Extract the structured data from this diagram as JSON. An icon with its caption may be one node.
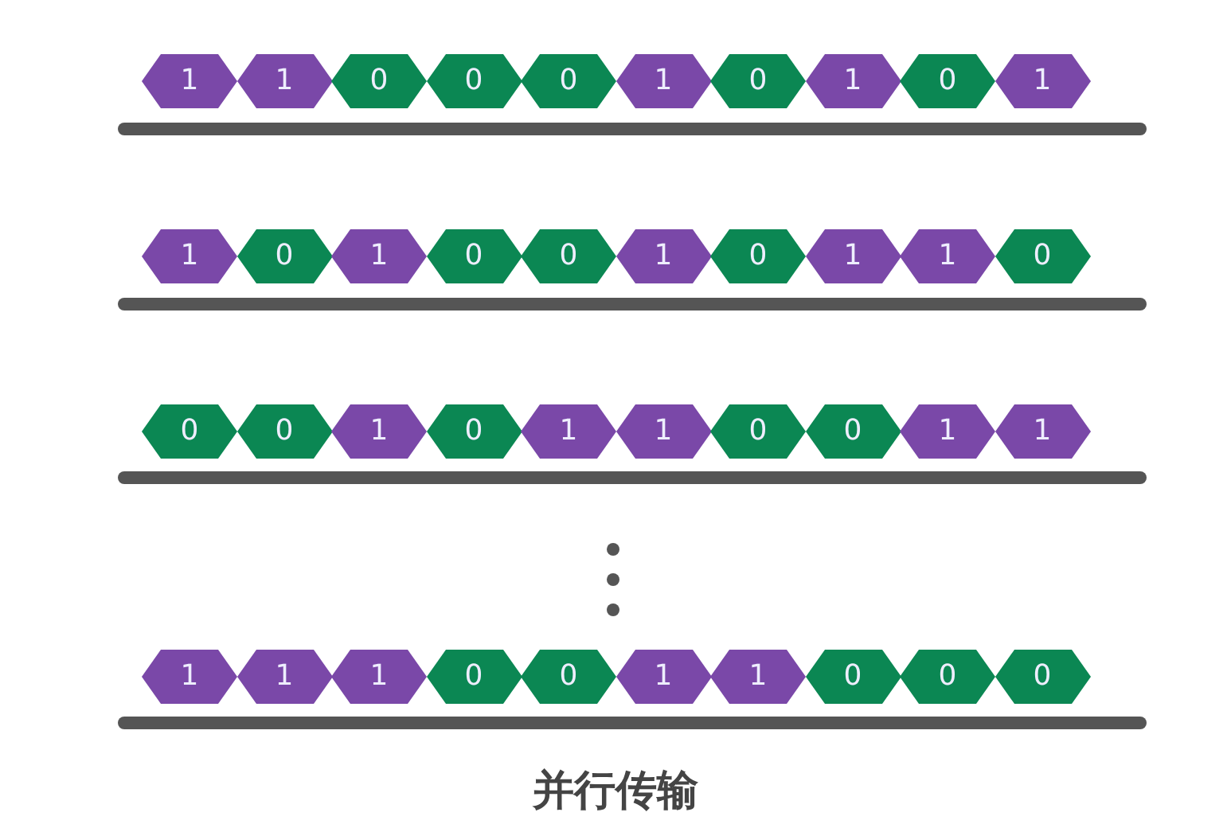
{
  "diagram": {
    "caption": "并行传输",
    "nodes": [
      {
        "text": [
          "1"
        ]
      },
      {
        "text": [
          "1"
        ]
      },
      {
        "text": [
          "0"
        ]
      },
      {
        "text": [
          "0"
        ]
      },
      {
        "text": [
          "0"
        ]
      },
      {
        "text": [
          "1"
        ]
      },
      {
        "text": [
          "0"
        ]
      },
      {
        "text": [
          "1"
        ]
      },
      {
        "text": [
          "0"
        ]
      },
      {
        "text": [
          "1"
        ]
      },
      {
        "text": [
          "1"
        ]
      },
      {
        "text": [
          "0"
        ]
      },
      {
        "text": [
          "1"
        ]
      },
      {
        "text": [
          "0"
        ]
      },
      {
        "text": [
          "0"
        ]
      },
      {
        "text": [
          "1"
        ]
      },
      {
        "text": [
          "0"
        ]
      },
      {
        "text": [
          "1"
        ]
      },
      {
        "text": [
          "1"
        ]
      },
      {
        "text": [
          "0"
        ]
      },
      {
        "text": [
          "0"
        ]
      },
      {
        "text": [
          "0"
        ]
      },
      {
        "text": [
          "1"
        ]
      },
      {
        "text": [
          "0"
        ]
      },
      {
        "text": [
          "1"
        ]
      },
      {
        "text": [
          "1"
        ]
      },
      {
        "text": [
          "0"
        ]
      },
      {
        "text": [
          "0"
        ]
      },
      {
        "text": [
          "1"
        ]
      },
      {
        "text": [
          "1"
        ]
      },
      {
        "text": [
          "1"
        ]
      },
      {
        "text": [
          "1"
        ]
      },
      {
        "text": [
          "1"
        ]
      },
      {
        "text": [
          "0"
        ]
      },
      {
        "text": [
          "0"
        ]
      },
      {
        "text": [
          "1"
        ]
      },
      {
        "text": [
          "1"
        ]
      },
      {
        "text": [
          "0"
        ]
      },
      {
        "text": [
          "0"
        ]
      },
      {
        "text": [
          "0"
        ]
      }
    ]
  }
}
